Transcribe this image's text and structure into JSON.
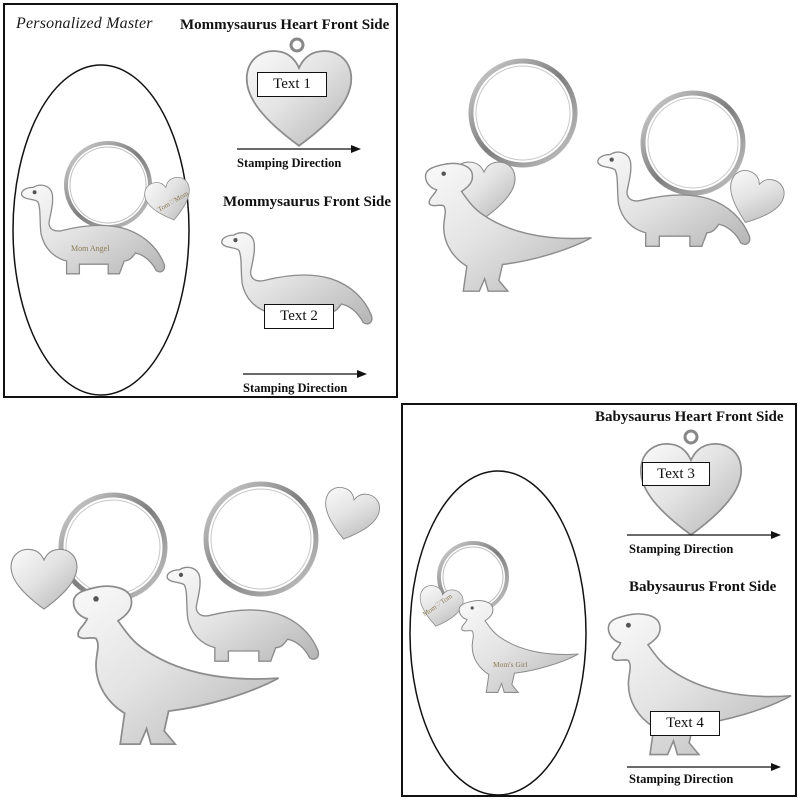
{
  "brand": "Personalized Master",
  "mommy": {
    "heart_title": "Mommysaurus Heart Front Side",
    "heart_text": "Text 1",
    "heart_direction": "Stamping Direction",
    "dino_title": "Mommysaurus Front Side",
    "dino_text": "Text 2",
    "dino_direction": "Stamping Direction",
    "engraving_dino": "Mom Angel",
    "engraving_heart": "Tom♡Mom"
  },
  "baby": {
    "heart_title": "Babysaurus Heart Front Side",
    "heart_text": "Text 3",
    "heart_direction": "Stamping Direction",
    "dino_title": "Babysaurus Front Side",
    "dino_text": "Text 4",
    "dino_direction": "Stamping Direction",
    "engraving_dino": "Mom's Girl",
    "engraving_heart": "Mom♡Tom"
  },
  "colors": {
    "frame": "#111111",
    "steel_light": "#f2f2f2",
    "steel_dark": "#a6a6a6",
    "ring": "#9a9a9a"
  }
}
